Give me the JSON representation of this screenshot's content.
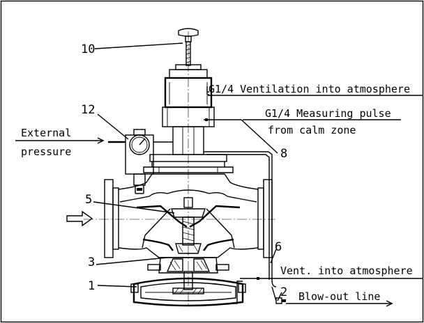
{
  "labels": {
    "ventilation": "G1/4  Ventilation into atmosphere",
    "measuring_1": "G1/4  Measuring pulse",
    "measuring_2": "from calm zone",
    "external_1": "External",
    "external_2": "pressure",
    "vent": "Vent. into atmosphere",
    "blowout": "Blow-out line"
  },
  "callouts": {
    "n10": "10",
    "n12": "12",
    "n8": "8",
    "n5": "5",
    "n6": "6",
    "n3": "3",
    "n1": "1",
    "n2": "2"
  },
  "colors": {
    "line": "#000000",
    "background": "#ffffff"
  }
}
